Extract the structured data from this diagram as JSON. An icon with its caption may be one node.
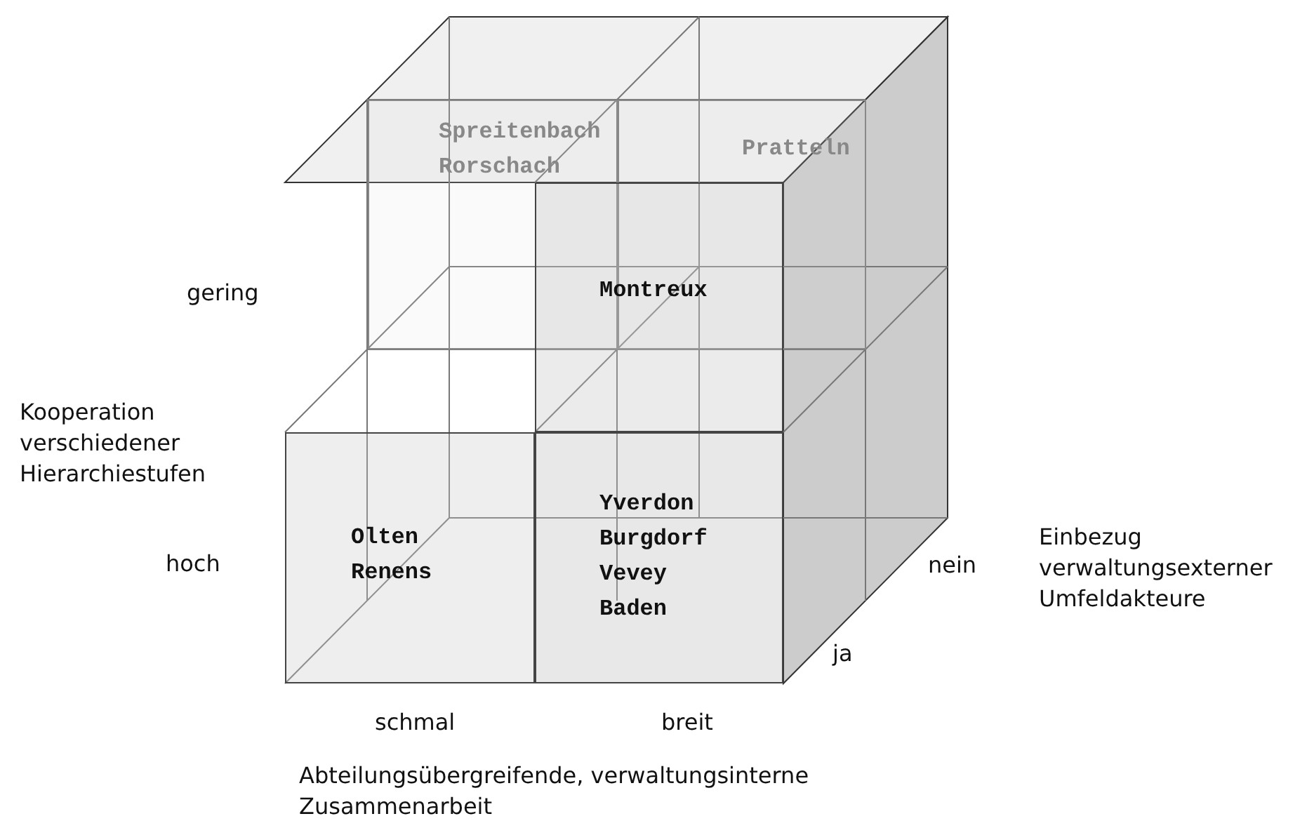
{
  "diagram": {
    "nodes": [
      {
        "text": [
          "Spreitenbach",
          "Rorschach"
        ]
      },
      {
        "text": [
          "Pratteln"
        ]
      },
      {
        "text": [
          "Montreux"
        ]
      },
      {
        "text": [
          "Olten",
          "Renens"
        ]
      },
      {
        "text": [
          "Yverdon",
          "Burgdorf",
          "Vevey",
          "Baden"
        ]
      }
    ],
    "edges": [],
    "labels": [
      "gering",
      "Kooperation verschiedener Hierarchiestufen",
      "hoch",
      "Einbezug verwaltungsexterner Umfeldakteure",
      "nein",
      "ja",
      "schmal",
      "breit",
      "Abteilungsübergreifende, verwaltungsinterne Zusammenarbeit"
    ]
  }
}
